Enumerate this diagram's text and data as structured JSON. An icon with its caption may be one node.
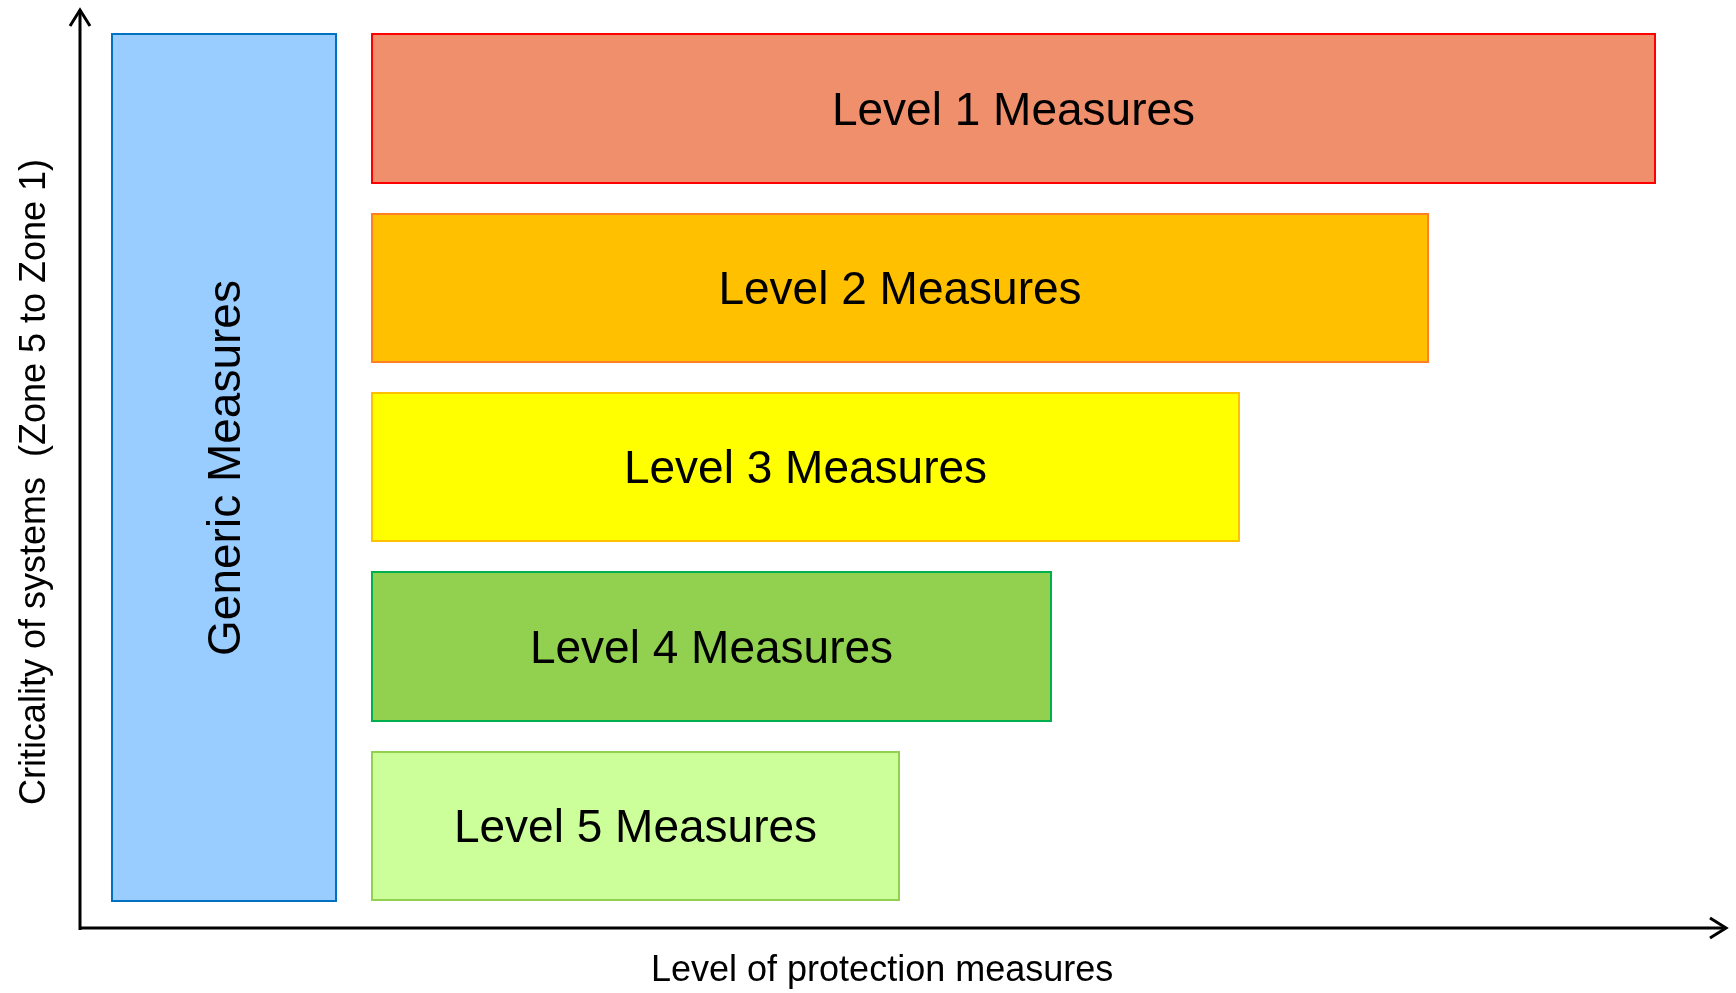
{
  "diagram": {
    "nodes": [
      {
        "text": [
          "Generic Measures"
        ]
      },
      {
        "text": [
          "Level 1 Measures"
        ]
      },
      {
        "text": [
          "Level 2 Measures"
        ]
      },
      {
        "text": [
          "Level 3 Measures"
        ]
      },
      {
        "text": [
          "Level 4 Measures"
        ]
      },
      {
        "text": [
          "Level 5 Measures"
        ]
      }
    ],
    "edges": [],
    "labels": [
      "Criticality of systems  (Zone 5 to Zone 1)",
      "Level of protection measures"
    ]
  }
}
